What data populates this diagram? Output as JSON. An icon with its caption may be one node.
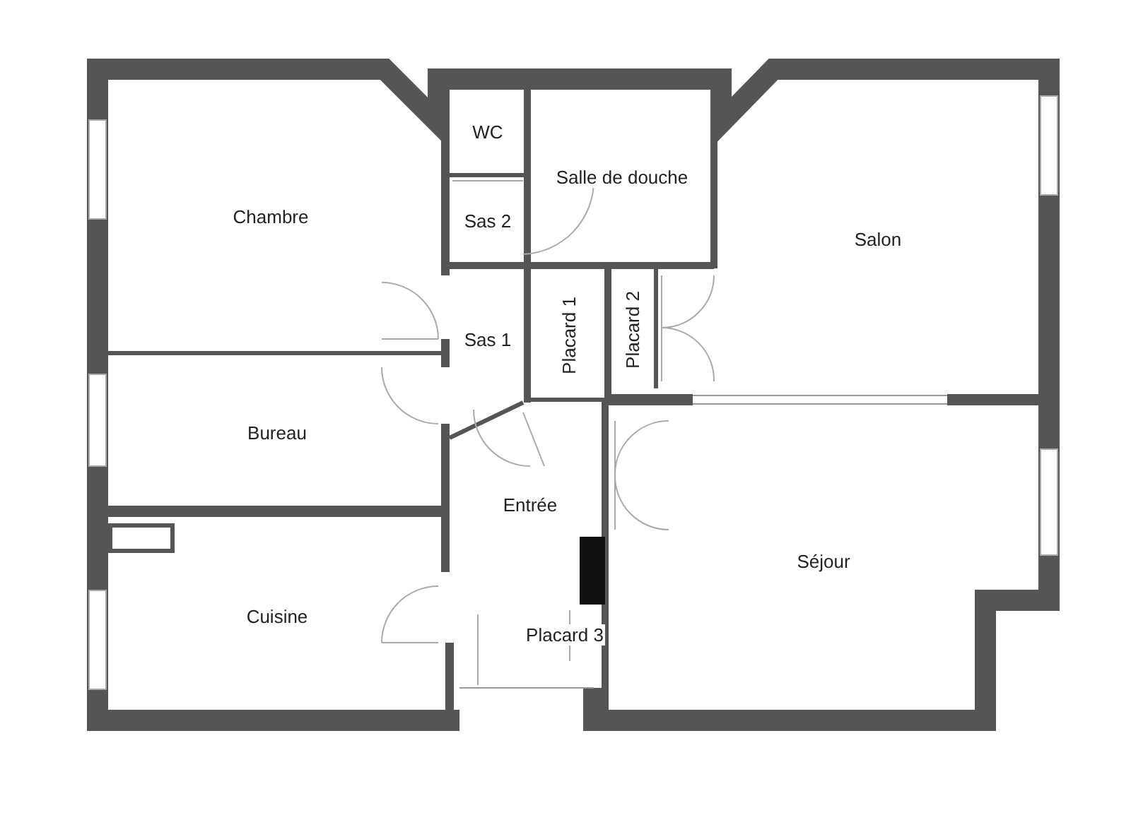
{
  "diagram": {
    "nodes": [
      {
        "text": [
          "Chambre"
        ]
      },
      {
        "text": [
          "WC"
        ]
      },
      {
        "text": [
          "Salle de douche"
        ]
      },
      {
        "text": [
          "Salon"
        ]
      },
      {
        "text": [
          "Sas 2"
        ]
      },
      {
        "text": [
          "Sas 1"
        ]
      },
      {
        "text": [
          "Placard 1"
        ]
      },
      {
        "text": [
          "Placard 2"
        ]
      },
      {
        "text": [
          "Bureau"
        ]
      },
      {
        "text": [
          "Entrée"
        ]
      },
      {
        "text": [
          "Séjour"
        ]
      },
      {
        "text": [
          "Cuisine"
        ]
      },
      {
        "text": [
          "Placard 3"
        ]
      }
    ]
  }
}
